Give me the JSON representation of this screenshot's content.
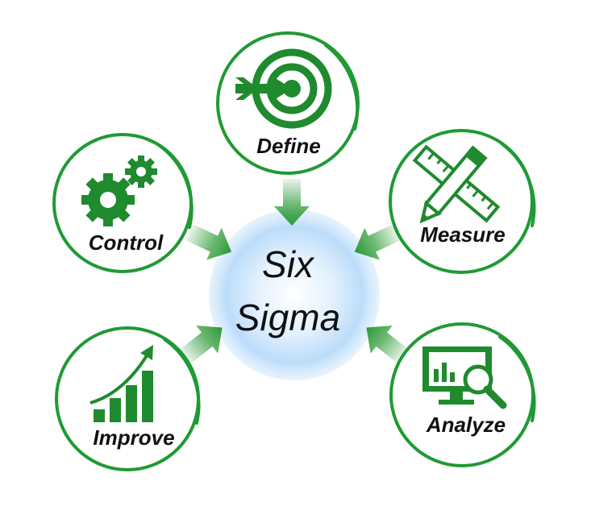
{
  "colors": {
    "ring": "#1f9a34",
    "icon": "#1f8a2e",
    "arrow": "#2f9a38",
    "core_glow": "#9fcff8",
    "text": "#111111"
  },
  "core": {
    "line1": "Six",
    "line2": "Sigma"
  },
  "phases": [
    {
      "id": "define",
      "label": "Define",
      "icon": "target-icon"
    },
    {
      "id": "measure",
      "label": "Measure",
      "icon": "ruler-pencil-icon"
    },
    {
      "id": "analyze",
      "label": "Analyze",
      "icon": "monitor-magnifier-icon"
    },
    {
      "id": "improve",
      "label": "Improve",
      "icon": "growth-chart-icon"
    },
    {
      "id": "control",
      "label": "Control",
      "icon": "gears-icon"
    }
  ]
}
